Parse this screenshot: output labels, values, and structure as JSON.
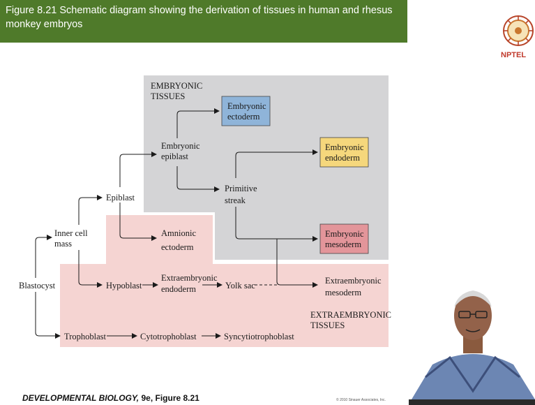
{
  "header": {
    "title": "Figure 8.21  Schematic diagram showing the derivation of tissues in human and rhesus monkey embryos"
  },
  "logo": {
    "name": "NPTEL"
  },
  "diagram": {
    "regions": {
      "embryonic": [
        "EMBRYONIC",
        "TISSUES"
      ],
      "extraembryonic": [
        "EXTRAEMBRYONIC",
        "TISSUES"
      ]
    },
    "nodes": {
      "blastocyst": [
        "Blastocyst"
      ],
      "inner_cell_mass": [
        "Inner cell",
        "mass"
      ],
      "epiblast": [
        "Epiblast"
      ],
      "hypoblast": [
        "Hypoblast"
      ],
      "trophoblast": [
        "Trophoblast"
      ],
      "embryonic_epiblast": [
        "Embryonic",
        "epiblast"
      ],
      "amnionic_ectoderm": [
        "Amnionic",
        "ectoderm"
      ],
      "primitive_streak": [
        "Primitive",
        "streak"
      ],
      "embryonic_ectoderm": [
        "Embryonic",
        "ectoderm"
      ],
      "embryonic_endoderm": [
        "Embryonic",
        "endoderm"
      ],
      "embryonic_mesoderm": [
        "Embryonic",
        "mesoderm"
      ],
      "extraembryonic_endoderm": [
        "Extraembryonic",
        "endoderm"
      ],
      "yolk_sac": [
        "Yolk sac"
      ],
      "extraembryonic_mesoderm": [
        "Extraembryonic",
        "mesoderm"
      ],
      "cytotrophoblast": [
        "Cytotrophoblast"
      ],
      "syncytiotrophoblast": [
        "Syncytiotrophoblast"
      ]
    },
    "colors": {
      "embryonic_region": "#d4d4d6",
      "extraembryonic_region": "#f5d4d2",
      "ectoderm_box": "#8fb4d9",
      "endoderm_box": "#f5d77c",
      "mesoderm_box": "#e3959a"
    }
  },
  "footer": {
    "book": "DEVELOPMENTAL BIOLOGY,",
    "edition": " 9e, Figure 8.21",
    "copyright": "© 2010 Sinauer Associates, Inc."
  }
}
